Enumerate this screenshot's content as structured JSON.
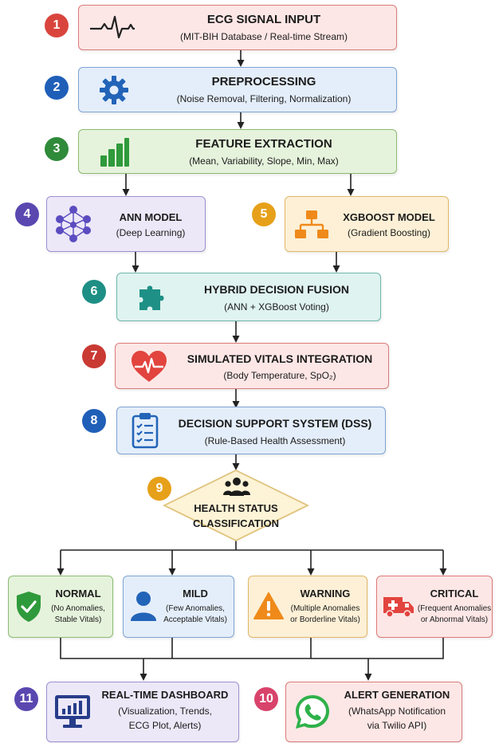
{
  "steps": {
    "s1": {
      "num": "1",
      "title": "ECG SIGNAL INPUT",
      "sub": "(MIT-BIH Database / Real-time Stream)"
    },
    "s2": {
      "num": "2",
      "title": "PREPROCESSING",
      "sub": "(Noise Removal, Filtering, Normalization)"
    },
    "s3": {
      "num": "3",
      "title": "FEATURE EXTRACTION",
      "sub": "(Mean, Variability, Slope, Min, Max)"
    },
    "s4": {
      "num": "4",
      "title": "ANN MODEL",
      "sub": "(Deep Learning)"
    },
    "s5": {
      "num": "5",
      "title": "XGBOOST MODEL",
      "sub": "(Gradient Boosting)"
    },
    "s6": {
      "num": "6",
      "title": "HYBRID DECISION FUSION",
      "sub": "(ANN + XGBoost Voting)"
    },
    "s7": {
      "num": "7",
      "title": "SIMULATED VITALS INTEGRATION",
      "sub": "(Body Temperature, SpO₂)"
    },
    "s8": {
      "num": "8",
      "title": "DECISION SUPPORT SYSTEM (DSS)",
      "sub": "(Rule-Based Health Assessment)"
    },
    "s9": {
      "num": "9",
      "title_line1": "HEALTH STATUS",
      "title_line2": "CLASSIFICATION"
    },
    "s10": {
      "num": "10",
      "title": "ALERT GENERATION",
      "sub_line1": "(WhatsApp Notification",
      "sub_line2": "via Twilio API)"
    },
    "s11": {
      "num": "11",
      "title": "REAL-TIME DASHBOARD",
      "sub_line1": "(Visualization, Trends,",
      "sub_line2": "ECG Plot, Alerts)"
    }
  },
  "classes": [
    {
      "title": "NORMAL",
      "line1": "(No Anomalies,",
      "line2": "Stable Vitals)"
    },
    {
      "title": "MILD",
      "line1": "(Few Anomalies,",
      "line2": "Acceptable Vitals)"
    },
    {
      "title": "WARNING",
      "line1": "(Multiple Anomalies",
      "line2": "or Borderline Vitals)"
    },
    {
      "title": "CRITICAL",
      "line1": "(Frequent Anomalies",
      "line2": "or Abnormal Vitals)"
    }
  ],
  "colors": {
    "badge_red": "#d9453d",
    "badge_blue": "#1f5fb8",
    "badge_green": "#2f8a3a",
    "badge_purple": "#5a48b0",
    "badge_orange": "#e6a019",
    "badge_teal": "#1e8f85",
    "badge_darkred": "#c93a33",
    "badge_pink": "#d8436b",
    "icon_blue": "#2264b8",
    "icon_green": "#2f9a3b",
    "icon_teal": "#1e9086",
    "icon_purple": "#5b4cc0",
    "icon_orange": "#ef8a1a",
    "icon_red": "#e2443e",
    "icon_whatsapp": "#2fb14a",
    "icon_navy": "#273d8a"
  },
  "icons": [
    "ecg-waveform-icon",
    "gear-icon",
    "bar-chart-icon",
    "neural-network-icon",
    "flowchart-icon",
    "puzzle-icon",
    "heart-pulse-icon",
    "clipboard-checklist-icon",
    "people-group-icon",
    "shield-check-icon",
    "user-icon",
    "warning-triangle-icon",
    "ambulance-icon",
    "monitor-chart-icon",
    "whatsapp-icon"
  ]
}
